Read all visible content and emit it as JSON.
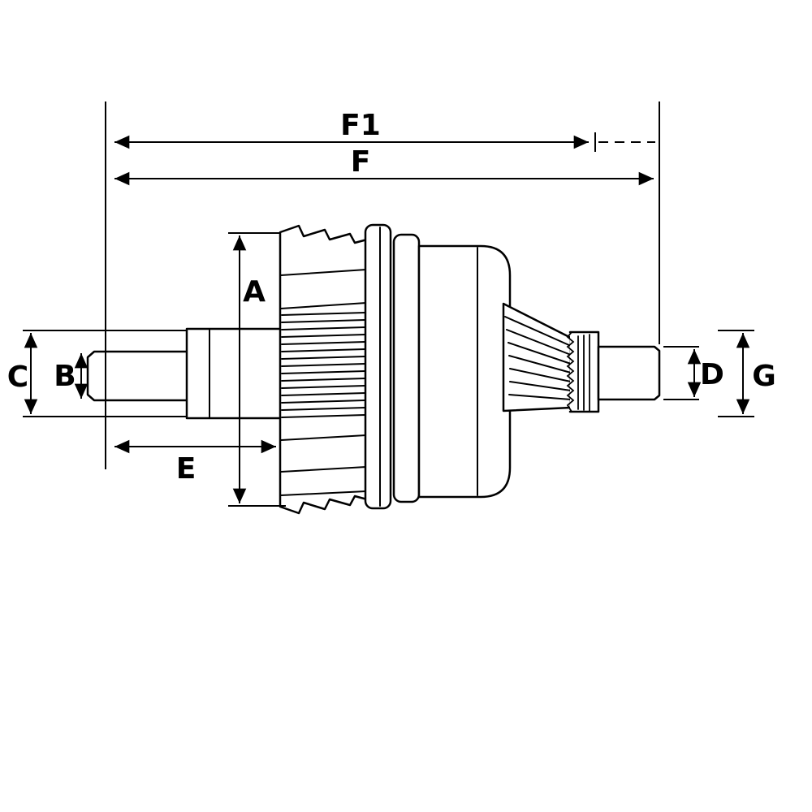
{
  "diagram": {
    "kind": "technical-dimension-drawing",
    "subject": "starter drive pinion / bendix gear assembly side view",
    "background_color": "#ffffff",
    "line_color": "#000000",
    "labels": {
      "f1": "F1",
      "f": "F",
      "a": "A",
      "b": "B",
      "c": "C",
      "d": "D",
      "e": "E",
      "g": "G"
    },
    "dimension_list": [
      "A",
      "B",
      "C",
      "D",
      "E",
      "F",
      "F1",
      "G"
    ]
  }
}
